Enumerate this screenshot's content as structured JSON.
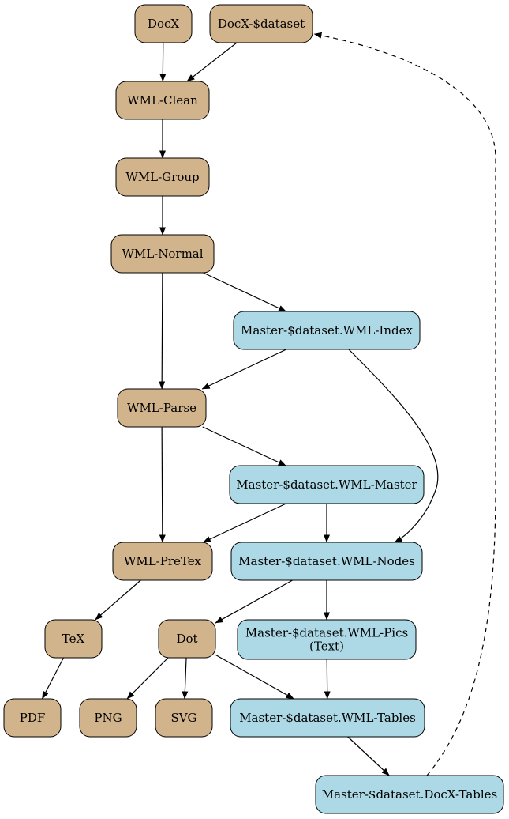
{
  "colors": {
    "tan": "#d2b48c",
    "blue": "#add8e6",
    "stroke": "#000000"
  },
  "nodes": {
    "docx": {
      "lines": [
        "DocX"
      ],
      "color": "tan"
    },
    "docx_dataset": {
      "lines": [
        "DocX-$dataset"
      ],
      "color": "tan"
    },
    "wml_clean": {
      "lines": [
        "WML-Clean"
      ],
      "color": "tan"
    },
    "wml_group": {
      "lines": [
        "WML-Group"
      ],
      "color": "tan"
    },
    "wml_normal": {
      "lines": [
        "WML-Normal"
      ],
      "color": "tan"
    },
    "wml_index": {
      "lines": [
        "Master-$dataset.WML-Index"
      ],
      "color": "blue"
    },
    "wml_parse": {
      "lines": [
        "WML-Parse"
      ],
      "color": "tan"
    },
    "wml_master": {
      "lines": [
        "Master-$dataset.WML-Master"
      ],
      "color": "blue"
    },
    "wml_pretex": {
      "lines": [
        "WML-PreTex"
      ],
      "color": "tan"
    },
    "wml_nodes": {
      "lines": [
        "Master-$dataset.WML-Nodes"
      ],
      "color": "blue"
    },
    "tex": {
      "lines": [
        "TeX"
      ],
      "color": "tan"
    },
    "dot": {
      "lines": [
        "Dot"
      ],
      "color": "tan"
    },
    "wml_pics": {
      "lines": [
        "Master-$dataset.WML-Pics",
        "(Text)"
      ],
      "color": "blue"
    },
    "pdf": {
      "lines": [
        "PDF"
      ],
      "color": "tan"
    },
    "png": {
      "lines": [
        "PNG"
      ],
      "color": "tan"
    },
    "svg": {
      "lines": [
        "SVG"
      ],
      "color": "tan"
    },
    "wml_tables": {
      "lines": [
        "Master-$dataset.WML-Tables"
      ],
      "color": "blue"
    },
    "docx_tables": {
      "lines": [
        "Master-$dataset.DocX-Tables"
      ],
      "color": "blue"
    }
  },
  "edges": [
    {
      "from": "docx",
      "to": "wml_clean"
    },
    {
      "from": "docx_dataset",
      "to": "wml_clean"
    },
    {
      "from": "wml_clean",
      "to": "wml_group"
    },
    {
      "from": "wml_group",
      "to": "wml_normal"
    },
    {
      "from": "wml_normal",
      "to": "wml_index"
    },
    {
      "from": "wml_normal",
      "to": "wml_parse"
    },
    {
      "from": "wml_index",
      "to": "wml_parse"
    },
    {
      "from": "wml_index",
      "to": "wml_nodes"
    },
    {
      "from": "wml_parse",
      "to": "wml_master"
    },
    {
      "from": "wml_parse",
      "to": "wml_pretex"
    },
    {
      "from": "wml_master",
      "to": "wml_pretex"
    },
    {
      "from": "wml_master",
      "to": "wml_nodes"
    },
    {
      "from": "wml_pretex",
      "to": "tex"
    },
    {
      "from": "wml_nodes",
      "to": "dot"
    },
    {
      "from": "wml_nodes",
      "to": "wml_pics"
    },
    {
      "from": "tex",
      "to": "pdf"
    },
    {
      "from": "dot",
      "to": "png"
    },
    {
      "from": "dot",
      "to": "svg"
    },
    {
      "from": "dot",
      "to": "wml_tables"
    },
    {
      "from": "wml_pics",
      "to": "wml_tables"
    },
    {
      "from": "wml_tables",
      "to": "docx_tables"
    },
    {
      "from": "docx_tables",
      "to": "docx_dataset",
      "style": "dashed"
    }
  ]
}
